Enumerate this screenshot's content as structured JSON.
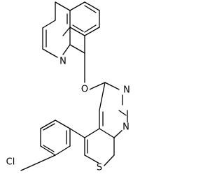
{
  "molecule": {
    "atoms": {
      "quinoline_n": "N",
      "ether_o": "O",
      "pyrimidine_n3": "N",
      "pyrimidine_n1": "N",
      "thiophene_s": "S",
      "chlorine": "Cl"
    }
  }
}
